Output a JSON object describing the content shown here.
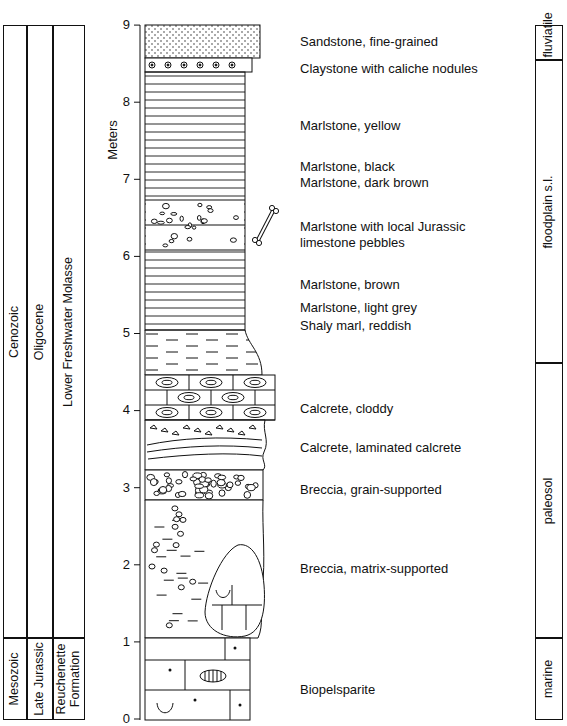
{
  "diagram": {
    "nodes": [
      {
        "text": [
          "Cenozoic"
        ]
      },
      {
        "text": [
          "Oligocene"
        ]
      },
      {
        "text": [
          "Lower Freshwater Molasse"
        ]
      },
      {
        "text": [
          "Mesozoic"
        ]
      },
      {
        "text": [
          "Late Jurassic"
        ]
      },
      {
        "text": [
          "Reuchenette Formation"
        ]
      },
      {
        "text": [
          "fluviatile"
        ]
      },
      {
        "text": [
          "floodplain s.l."
        ]
      },
      {
        "text": [
          "paleosol"
        ]
      },
      {
        "text": [
          "marine"
        ]
      }
    ],
    "labels": [
      "Meters",
      "9",
      "8",
      "7",
      "6",
      "5",
      "4",
      "3",
      "2",
      "1",
      "0",
      "Sandstone, fine-grained",
      "Claystone with caliche nodules",
      "Marlstone, yellow",
      "Marlstone, black",
      "Marlstone, dark brown",
      "Marlstone with local Jurassic limestone pebbles",
      "Marlstone, brown",
      "Marlstone, light grey",
      "Shaly marl, reddish",
      "Calcrete, cloddy",
      "Calcrete, laminated calcrete",
      "Breccia, grain-supported",
      "Breccia, matrix-supported",
      "Biopelsparite"
    ]
  }
}
